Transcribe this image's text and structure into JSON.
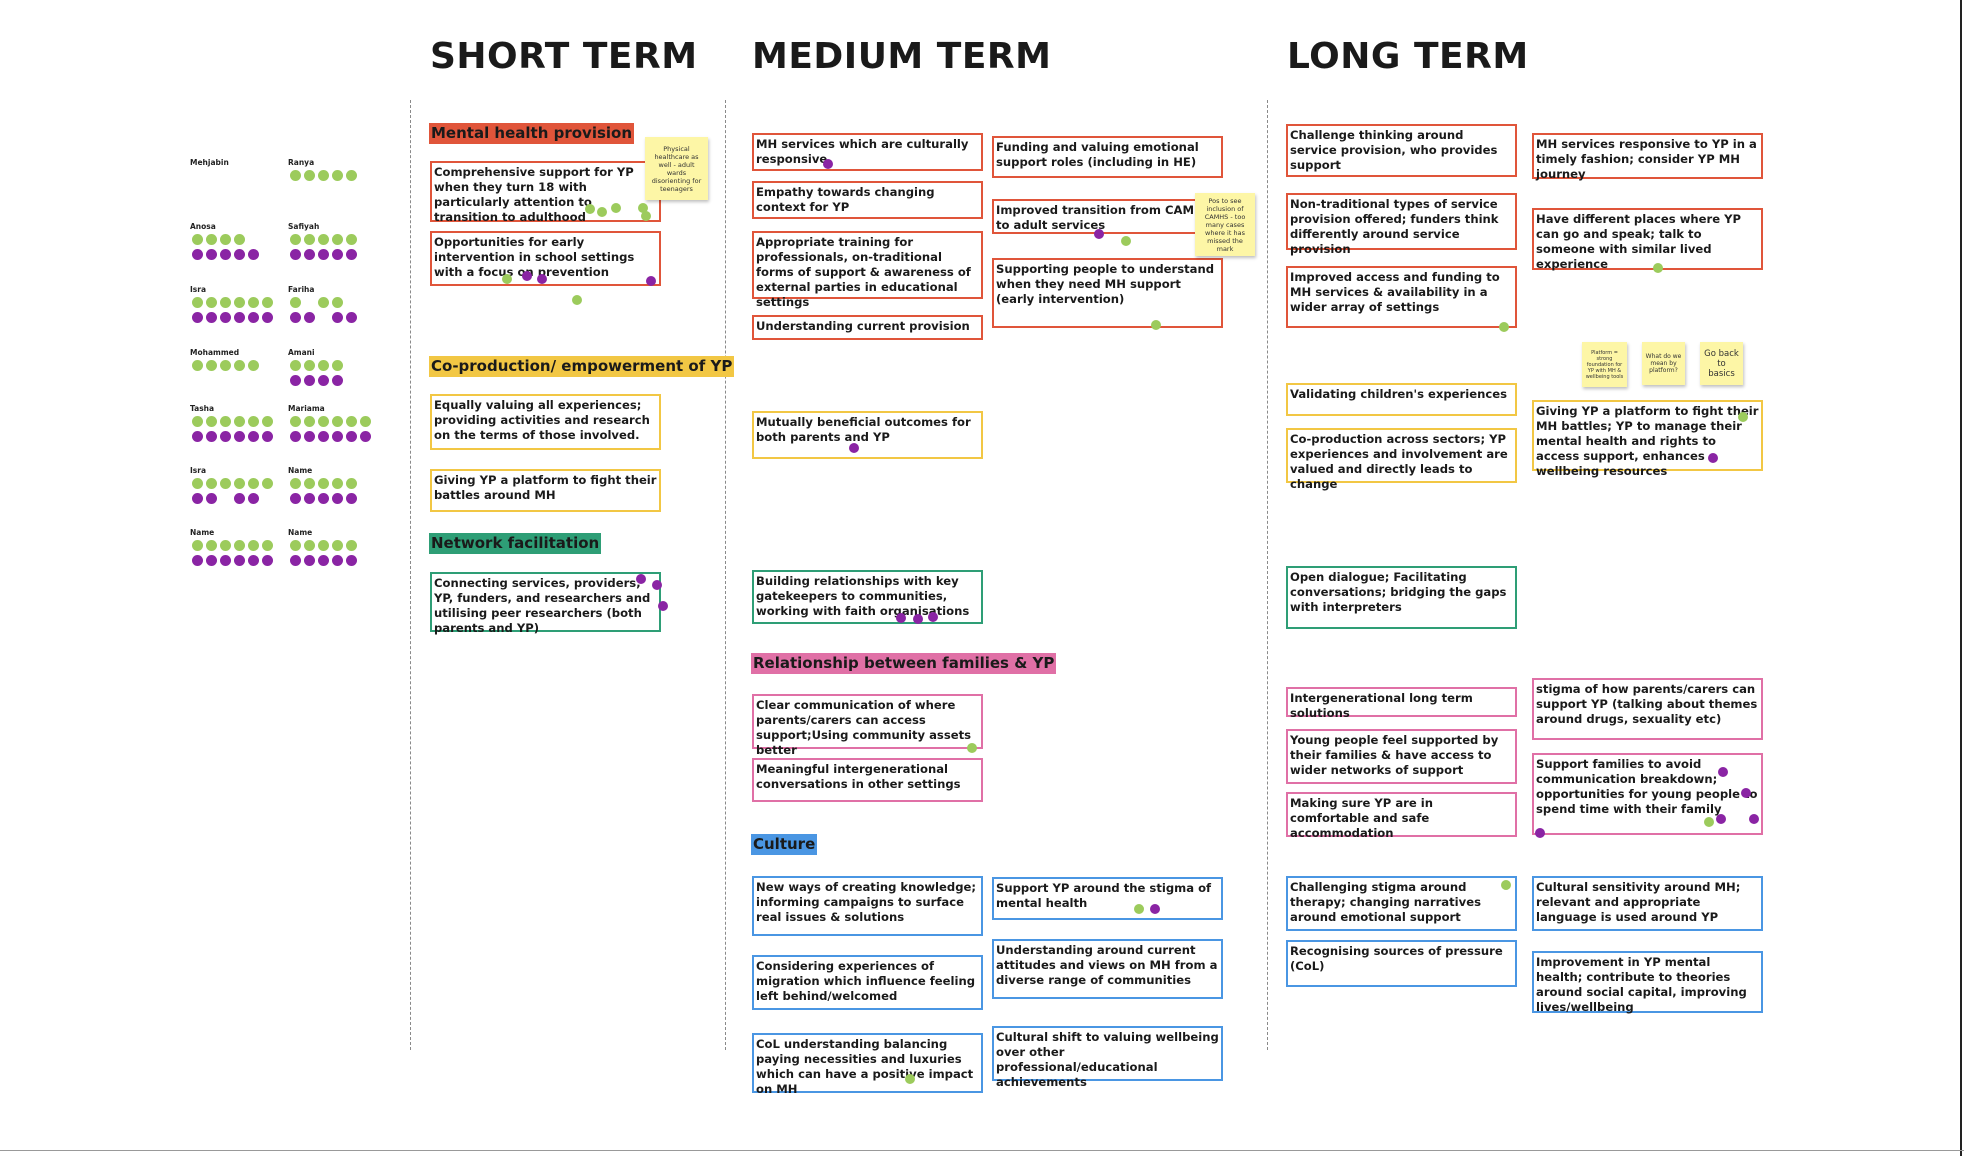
{
  "columns": {
    "short": "SHORT TERM",
    "medium": "MEDIUM TERM",
    "long": "LONG TERM"
  },
  "categories": {
    "mh": "Mental health provision",
    "coprod": "Co-production/ empowerment of YP",
    "network": "Network facilitation",
    "relationship": "Relationship between families & YP",
    "culture": "Culture"
  },
  "colors": {
    "mh": "#e0553a",
    "coprod": "#f2c744",
    "network": "#2e9e76",
    "relationship": "#e070a6",
    "culture": "#4a96e3",
    "vote_green": "#9ccb5c",
    "vote_purple": "#8a24a4",
    "sticky": "#fdf6a6"
  },
  "short": {
    "s1": "Comprehensive support for YP when they turn 18 with particularly attention to transition to adulthood",
    "s2": "Opportunities for early intervention in school settings with a focus on prevention",
    "s3": "Equally valuing all experiences; providing activities and research on the terms of those involved.",
    "s4": "Giving YP a platform to fight their battles around MH",
    "s5": "Connecting services, providers, YP, funders, and researchers and utilising peer researchers (both parents and YP)"
  },
  "medium": {
    "m1": "MH services which are culturally responsive",
    "m2": "Empathy towards changing context for YP",
    "m3": "Appropriate training for professionals, on-traditional forms of support & awareness of external parties  in educational settings",
    "m4": "Understanding current provision",
    "m5": "Funding and valuing emotional support roles (including in HE)",
    "m6": "Improved transition from CAMHS to adult services",
    "m7": "Supporting people to understand when they need MH support (early intervention)",
    "m8": "Mutually beneficial outcomes for both parents and YP",
    "m9": "Building relationships with key gatekeepers to communities, working with faith organisations",
    "m10": "Clear communication of where parents/carers can access support;Using community assets better",
    "m11": " Meaningful intergenerational conversations in other settings",
    "m12": "New ways of creating knowledge; informing campaigns to surface real issues & solutions",
    "m13": "Considering experiences of migration which influence feeling left behind/welcomed",
    "m14": "CoL understanding balancing paying necessities and luxuries which can have a positive impact on MH",
    "m15": "Support YP around the stigma of mental health",
    "m16": "Understanding around current attitudes and views on MH from a diverse range of communities",
    "m17": "Cultural shift to valuing wellbeing over other professional/educational achievements"
  },
  "long": {
    "l1": "Challenge thinking around service provision, who provides support",
    "l2": "Non-traditional types of service provision offered; funders think differently around service provision",
    "l3": "Improved access and funding to MH services & availability in a wider array of settings",
    "l4": "MH services responsive to YP  in a timely fashion; consider YP MH journey",
    "l5": "Have different places where YP can go and speak; talk to someone with similar lived experience",
    "l6": "Validating children's experiences",
    "l7": "Co-production across sectors; YP experiences and involvement are valued and directly leads to change",
    "l8": "Giving YP a platform to fight their MH battles; YP to manage their mental health and rights to access support, enhances wellbeing resources",
    "l9": "Open dialogue; Facilitating conversations; bridging the gaps with interpreters",
    "l10": "Intergenerational long term solutions",
    "l11": "Young people feel supported by their families & have access to wider networks of support",
    "l12": "Making sure YP are in comfortable and safe accommodation",
    "l13": "stigma of how parents/carers can support YP (talking about themes around drugs, sexuality etc)",
    "l14": "Support families to avoid communication breakdown; opportunities for young people to spend time with their family",
    "l15": "Challenging stigma around therapy; changing narratives around emotional support",
    "l16": "Recognising sources of pressure (CoL)",
    "l17": "Cultural sensitivity around MH; relevant and appropriate language is used around YP",
    "l18": "Improvement in YP mental health; contribute to theories around social capital, improving lives/wellbeing"
  },
  "stickies": {
    "n1": "Physical healthcare as well - adult wards disorienting for teenagers",
    "n2": "Pos to see inclusion of CAMHS - too many cases where it has missed the mark",
    "n3": "Platform = strong foundation for YP with MH & wellbeing tools",
    "n4": "What do we mean by platform?",
    "n5": "Go back to basics"
  },
  "voters": [
    {
      "name": "Mehjabin",
      "rows": []
    },
    {
      "name": "Ranya",
      "rows": [
        "ggggg"
      ]
    },
    {
      "name": "Anosa",
      "rows": [
        "gggg",
        "ppppp"
      ]
    },
    {
      "name": "Safiyah",
      "rows": [
        "ggggg",
        "ppppp"
      ]
    },
    {
      "name": "Isra",
      "rows": [
        "gggggg",
        "pppppp"
      ]
    },
    {
      "name": "Fariha",
      "rows": [
        "g gg",
        "pp pp"
      ]
    },
    {
      "name": "Mohammed",
      "rows": [
        "ggggg"
      ]
    },
    {
      "name": "Amani",
      "rows": [
        "gggg",
        "pppp"
      ]
    },
    {
      "name": "Tasha",
      "rows": [
        "gggggg",
        "pppppp"
      ]
    },
    {
      "name": "Mariama",
      "rows": [
        "gggggg",
        "pppppp"
      ]
    },
    {
      "name": "Isra",
      "rows": [
        "gggggg",
        "pp pp"
      ]
    },
    {
      "name": "Name",
      "rows": [
        "ggggg",
        "ppppp"
      ]
    },
    {
      "name": "Name",
      "rows": [
        "gggggg",
        "pppppp"
      ]
    },
    {
      "name": "Name",
      "rows": [
        "ggggg",
        "ppppp"
      ]
    }
  ]
}
